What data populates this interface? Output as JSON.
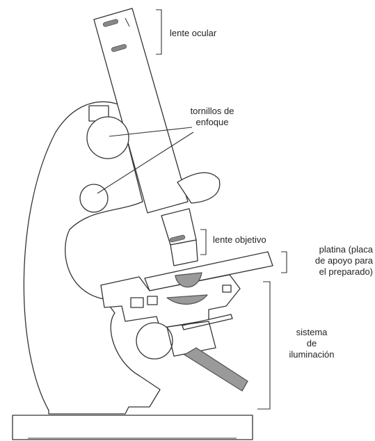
{
  "labels": {
    "ocular": "lente ocular",
    "focus_line1": "tornillos de",
    "focus_line2": "enfoque",
    "objective": "lente objetivo",
    "stage_line1": "platina (placa",
    "stage_line2": "de apoyo para",
    "stage_line3": "el preparado)",
    "illum_line1": "sistema",
    "illum_line2": "de",
    "illum_line3": "iluminación"
  },
  "colors": {
    "stroke": "#333333",
    "fill": "#ffffff",
    "lens": "#9a9a9a",
    "text": "#222222"
  }
}
